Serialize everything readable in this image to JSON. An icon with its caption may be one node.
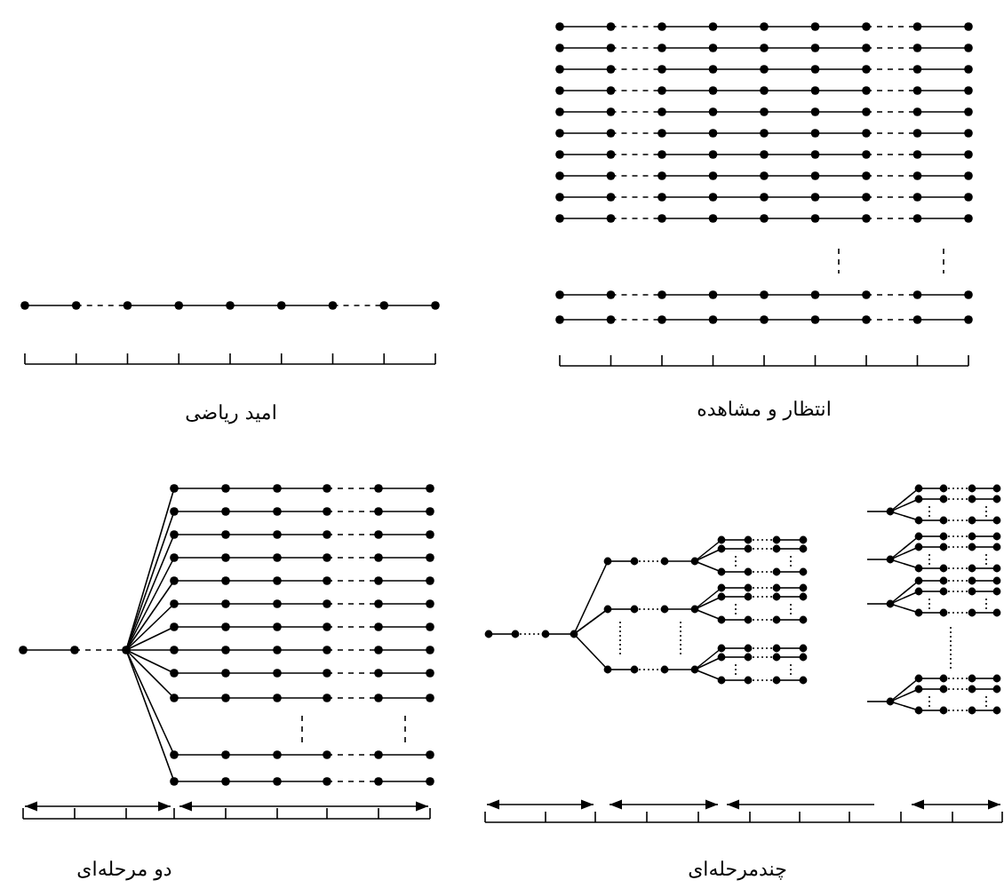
{
  "diagram": {
    "labels": [
      "امید ریاضی",
      "انتظار و مشاهده",
      "دو مرحله‌ای",
      "چندمرحله‌ای"
    ]
  }
}
